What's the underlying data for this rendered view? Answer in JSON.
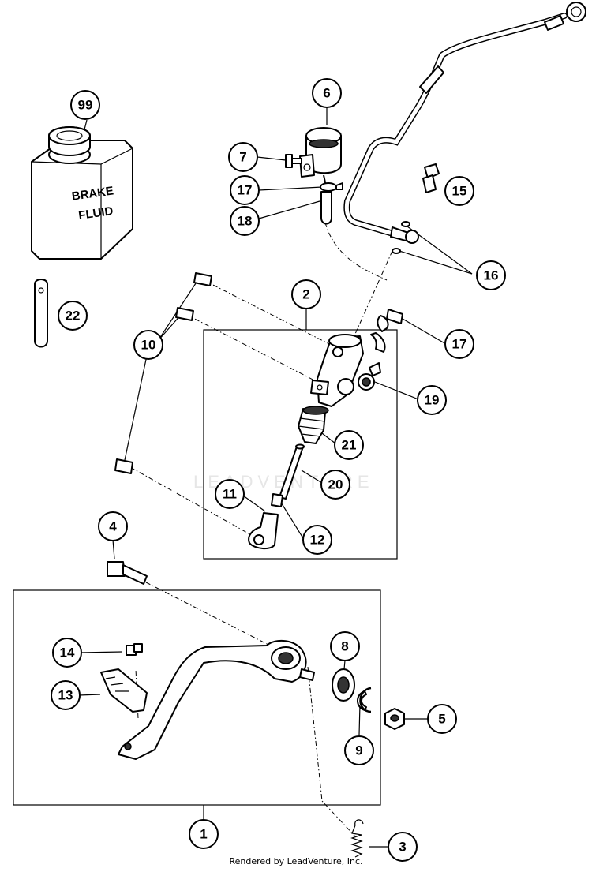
{
  "container_label": "BRAKE\nFLUID",
  "watermark": "LEADVENTURE",
  "footer": "Rendered by LeadVenture, Inc.",
  "callouts": [
    "99",
    "6",
    "7",
    "17",
    "18",
    "15",
    "16",
    "2",
    "22",
    "10",
    "17",
    "19",
    "21",
    "20",
    "11",
    "12",
    "4",
    "8",
    "14",
    "13",
    "5",
    "9",
    "1",
    "3"
  ]
}
